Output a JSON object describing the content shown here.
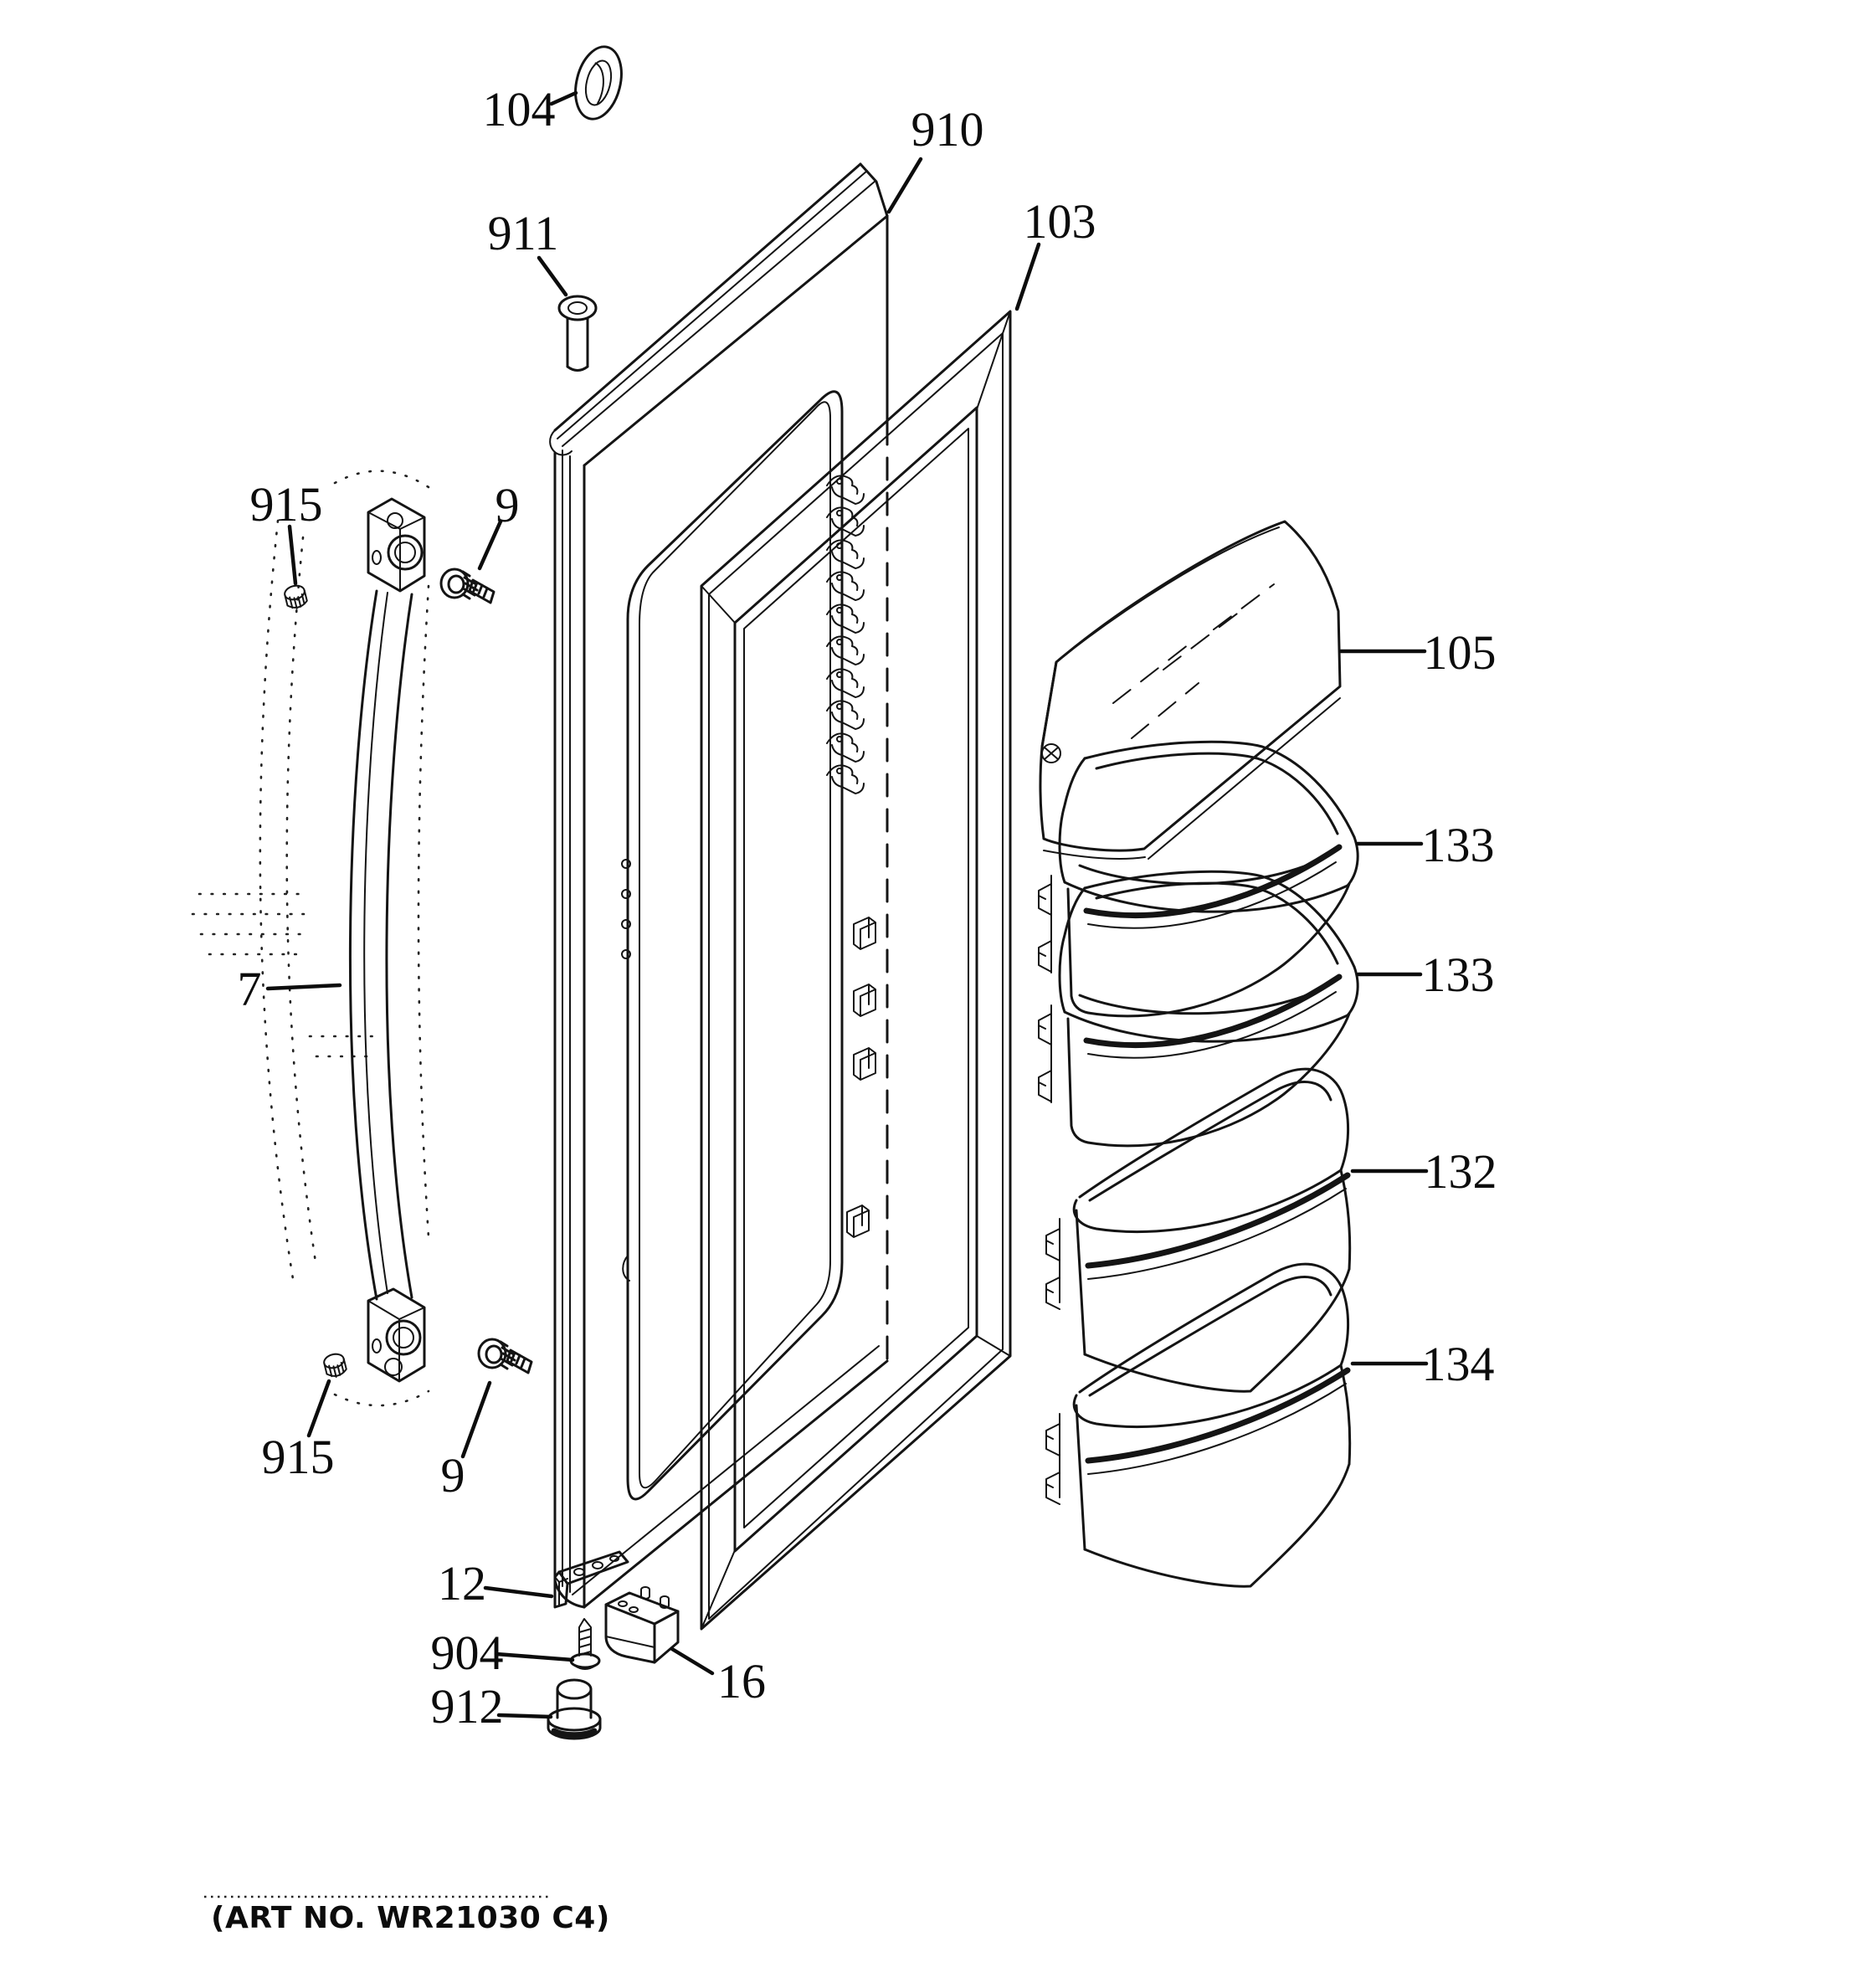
{
  "figure": {
    "art_no": "(ART NO. WR21030 C4)"
  },
  "callouts": [
    {
      "label": "104"
    },
    {
      "label": "910"
    },
    {
      "label": "911"
    },
    {
      "label": "103"
    },
    {
      "label": "915"
    },
    {
      "label": "9"
    },
    {
      "label": "7"
    },
    {
      "label": "915"
    },
    {
      "label": "9"
    },
    {
      "label": "12"
    },
    {
      "label": "904"
    },
    {
      "label": "16"
    },
    {
      "label": "912"
    },
    {
      "label": "105"
    },
    {
      "label": "133"
    },
    {
      "label": "133"
    },
    {
      "label": "132"
    },
    {
      "label": "134"
    }
  ]
}
